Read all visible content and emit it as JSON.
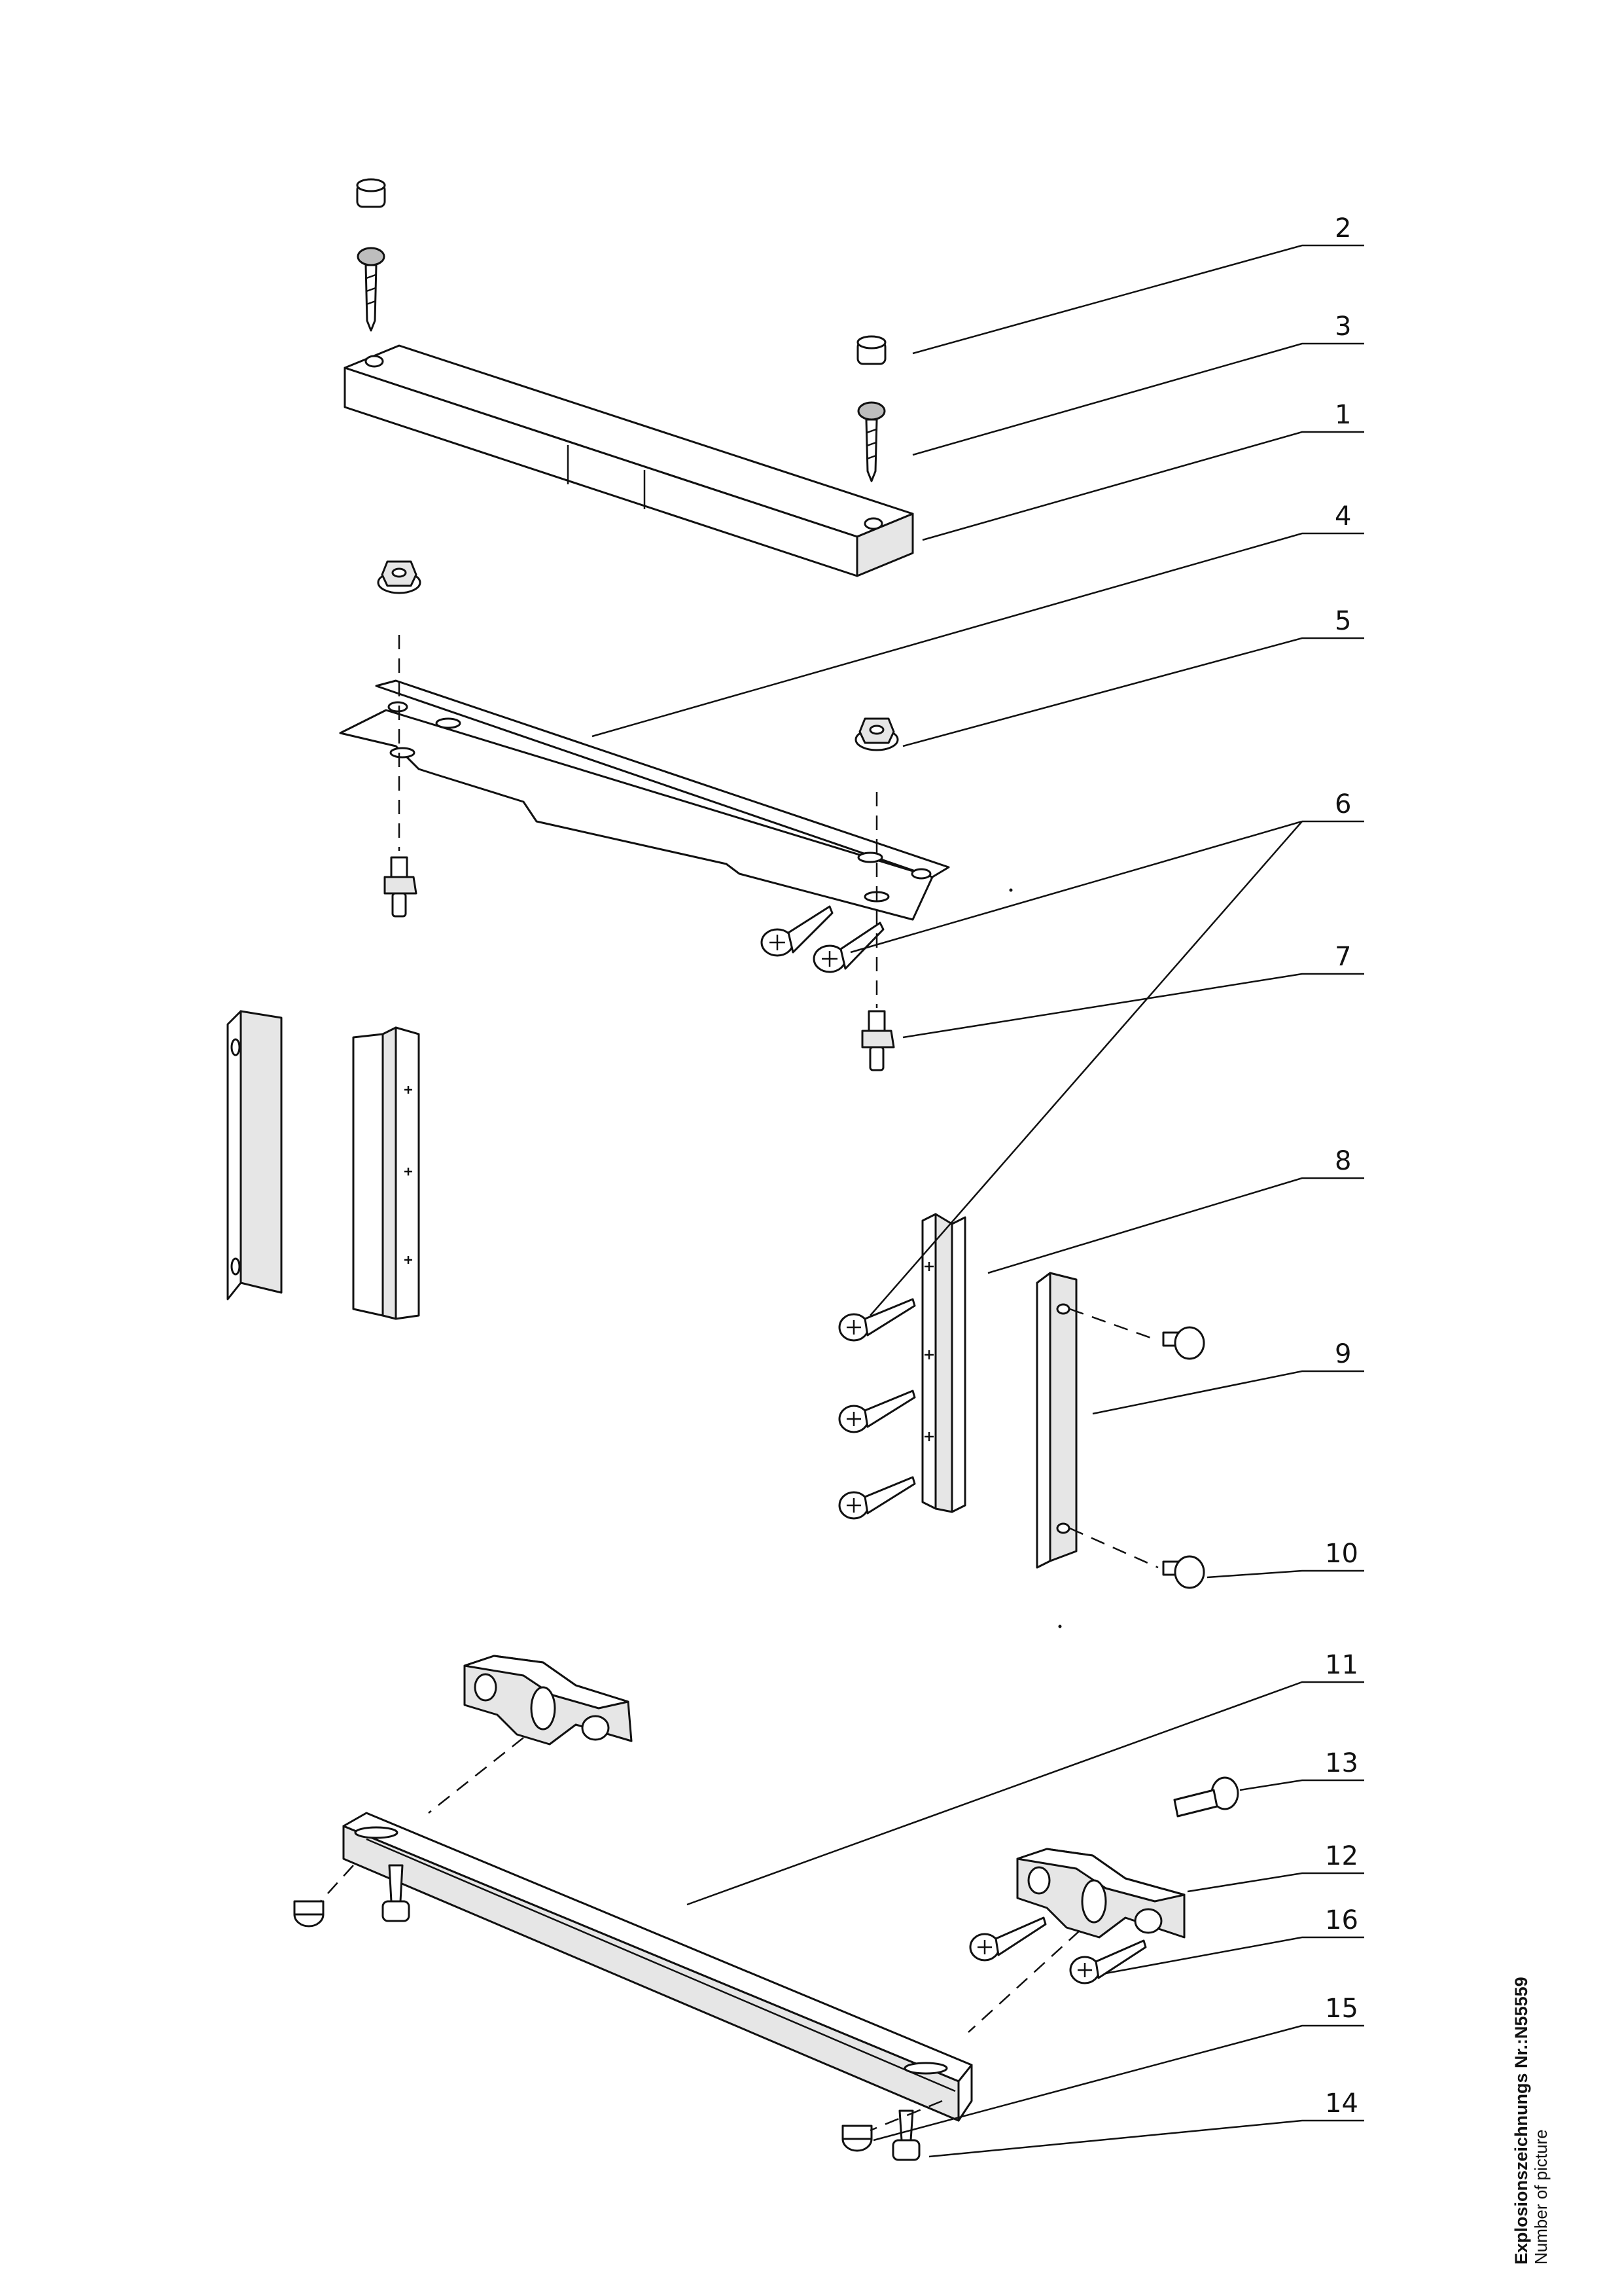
{
  "callouts": [
    {
      "id": "c2",
      "label": "2"
    },
    {
      "id": "c3",
      "label": "3"
    },
    {
      "id": "c1",
      "label": "1"
    },
    {
      "id": "c4",
      "label": "4"
    },
    {
      "id": "c5",
      "label": "5"
    },
    {
      "id": "c6",
      "label": "6"
    },
    {
      "id": "c7",
      "label": "7"
    },
    {
      "id": "c8",
      "label": "8"
    },
    {
      "id": "c9",
      "label": "9"
    },
    {
      "id": "c10",
      "label": "10"
    },
    {
      "id": "c11",
      "label": "11"
    },
    {
      "id": "c13",
      "label": "13"
    },
    {
      "id": "c12",
      "label": "12"
    },
    {
      "id": "c16",
      "label": "16"
    },
    {
      "id": "c15",
      "label": "15"
    },
    {
      "id": "c14",
      "label": "14"
    }
  ],
  "caption": {
    "title": "Explosionszeichnungs Nr.:N55559",
    "subtitle": "Number of picture"
  }
}
